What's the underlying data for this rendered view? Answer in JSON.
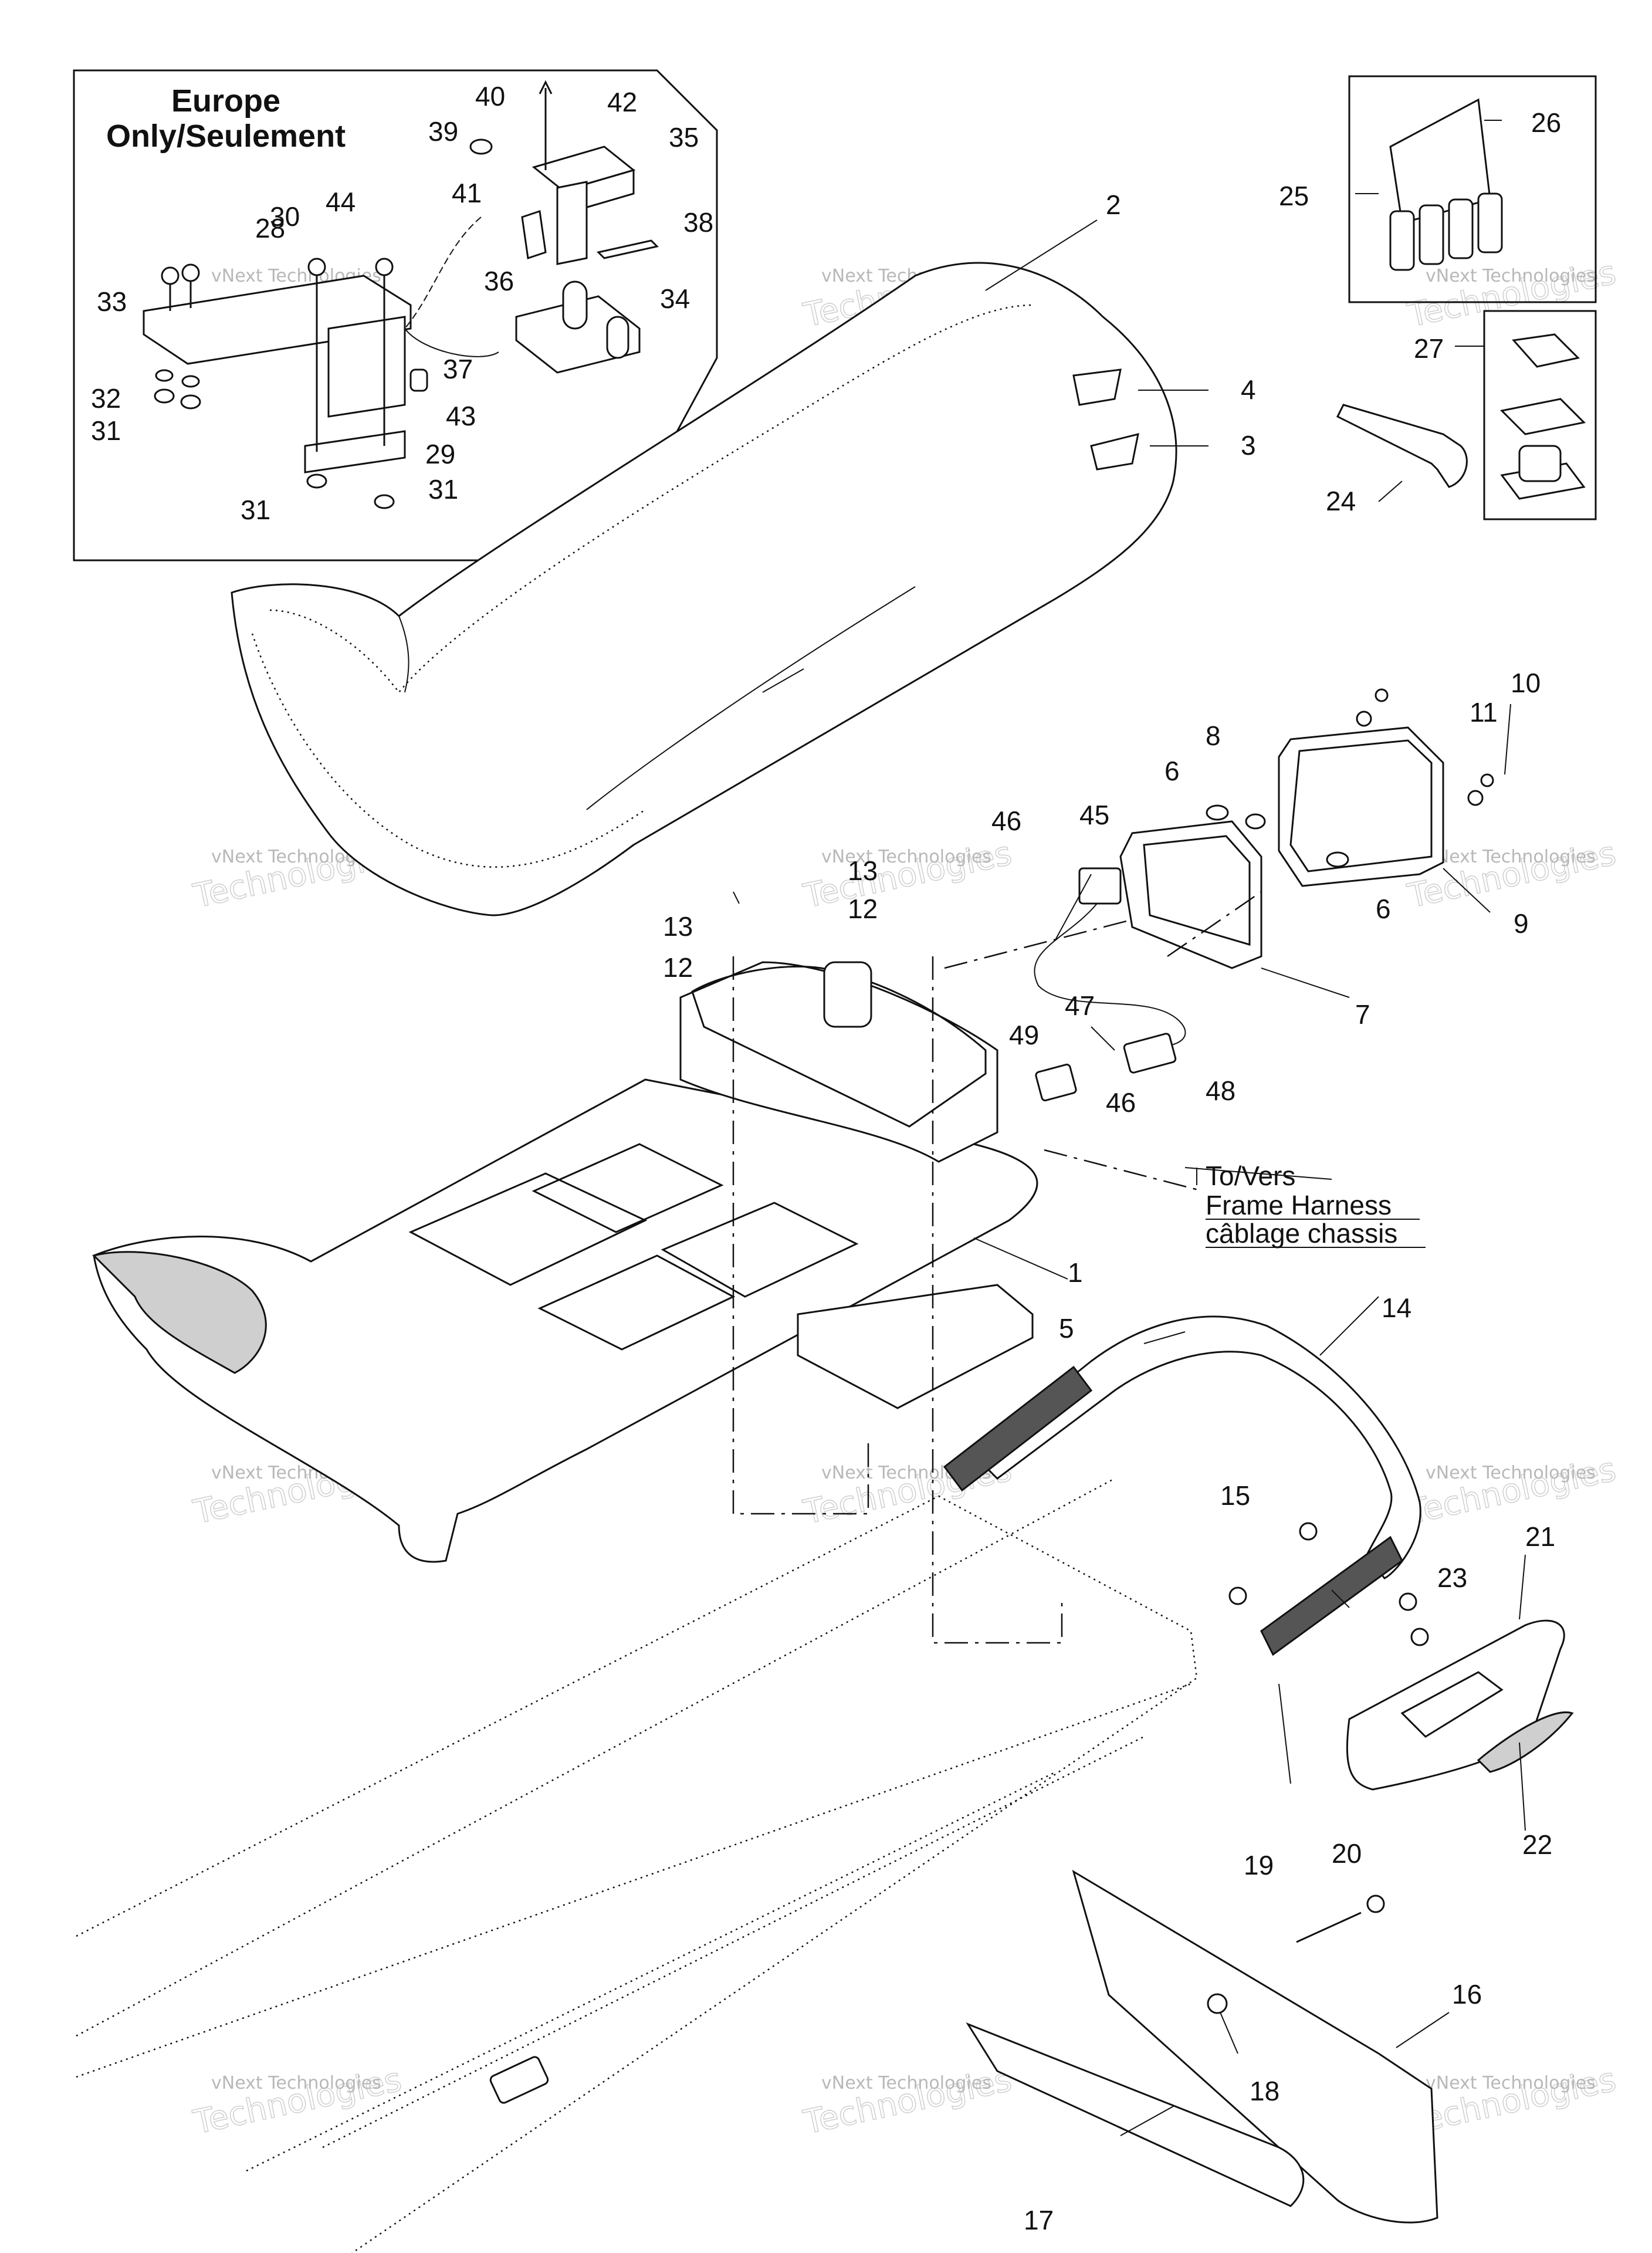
{
  "title": {
    "line1": "Europe",
    "line2": "Only/Seulement"
  },
  "note": {
    "line1": "To/Vers",
    "line2": "Frame Harness",
    "line3": "câblage chassis"
  },
  "watermark": {
    "company": "vNext Technologies",
    "word1": "vNext",
    "word2": "Technologies"
  },
  "callouts": [
    "1",
    "2",
    "3",
    "4",
    "5",
    "6",
    "6",
    "7",
    "8",
    "9",
    "10",
    "11",
    "12",
    "12",
    "13",
    "13",
    "14",
    "15",
    "16",
    "17",
    "18",
    "19",
    "20",
    "21",
    "22",
    "23",
    "24",
    "25",
    "26",
    "27",
    "28",
    "29",
    "30",
    "31",
    "31",
    "31",
    "32",
    "33",
    "34",
    "35",
    "36",
    "37",
    "38",
    "39",
    "40",
    "41",
    "42",
    "43",
    "44",
    "45",
    "46",
    "46",
    "47",
    "48",
    "49"
  ]
}
